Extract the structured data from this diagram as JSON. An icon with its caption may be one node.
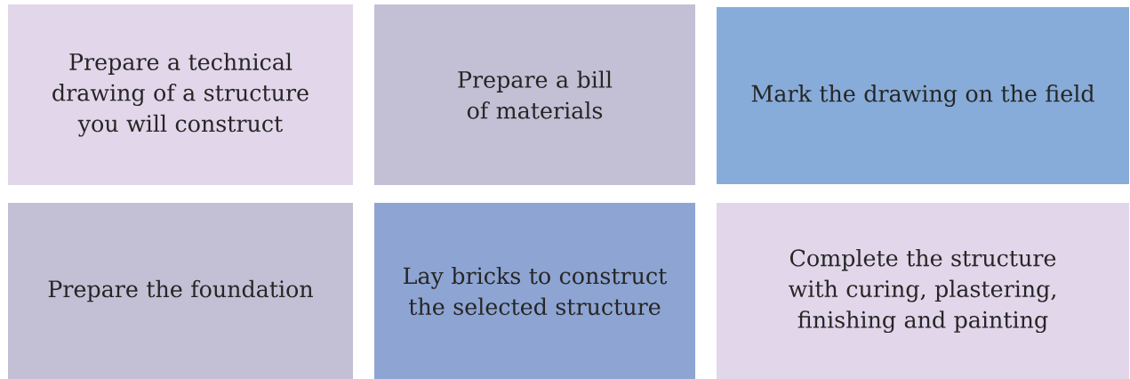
{
  "diagram": {
    "nodes": [
      {
        "text": [
          "Prepare a technical drawing of a structure you will construct"
        ]
      },
      {
        "text": [
          "Prepare a bill of materials"
        ]
      },
      {
        "text": [
          "Mark the drawing on the field"
        ]
      },
      {
        "text": [
          "Prepare the foundation"
        ]
      },
      {
        "text": [
          "Lay bricks to construct the selected structure"
        ]
      },
      {
        "text": [
          "Complete the structure with curing, plastering, finishing and painting"
        ]
      }
    ]
  }
}
